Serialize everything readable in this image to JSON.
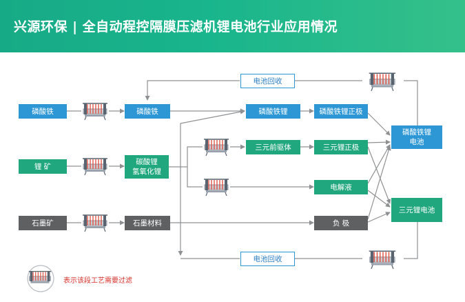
{
  "title": "兴源环保 | 全自动程控隔膜压滤机锂电池行业应用情况",
  "colors": {
    "header": "#19b58c",
    "blue": "#2d97d6",
    "green": "#21a77d",
    "gray": "#5f6062",
    "line": "#8e9092",
    "legend_text": "#d9312b"
  },
  "icons": {
    "filter_press": "filter-press-icon"
  },
  "nodes": {
    "lfp_raw": "磷酸铁",
    "lithium_ore": "锂 矿",
    "graphite_ore": "石墨矿",
    "lfp_refined": "磷酸铁",
    "li_carbonate": [
      "碳酸锂",
      "氢氧化锂"
    ],
    "graphite_material": "石墨材料",
    "lfp_li": "磷酸铁锂",
    "lfp_cathode": "磷酸铁锂正极",
    "ternary_precursor": "三元前驱体",
    "ternary_cathode": "三元锂正极",
    "electrolyte": "电解液",
    "anode": "负 极",
    "lfp_battery": [
      "磷酸铁锂",
      "电池"
    ],
    "ternary_battery": "三元锂电池",
    "recycle_top": "电池回收",
    "recycle_bottom": "电池回收"
  },
  "legend": {
    "text": "表示该段工艺需要过滤"
  }
}
